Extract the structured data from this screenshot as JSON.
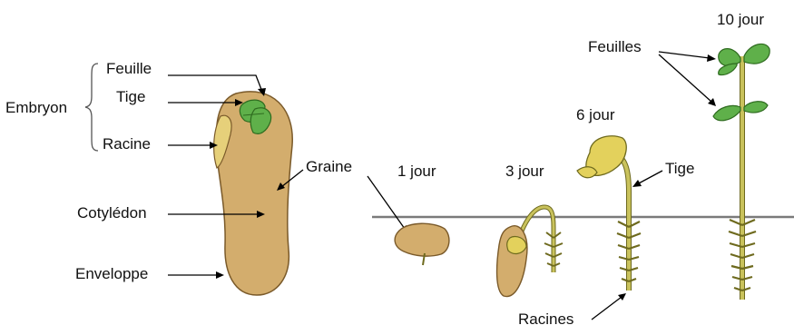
{
  "colors": {
    "seed_fill": "#d3ad6d",
    "seed_stroke": "#7a5a2a",
    "leaf_fill": "#5fb04a",
    "leaf_stroke": "#2e6b1f",
    "stem_fill": "#c9c25c",
    "stem_stroke": "#6e6a1e",
    "ground_line": "#7a7a7a"
  },
  "labels": {
    "embryon": "Embryon",
    "feuille": "Feuille",
    "tige": "Tige",
    "racine": "Racine",
    "cotyledon": "Cotylédon",
    "enveloppe": "Enveloppe",
    "graine": "Graine",
    "jour1": "1 jour",
    "jour3": "3 jour",
    "jour6": "6 jour",
    "jour10": "10 jour",
    "feuilles": "Feuilles",
    "tige2": "Tige",
    "racines": "Racines"
  }
}
